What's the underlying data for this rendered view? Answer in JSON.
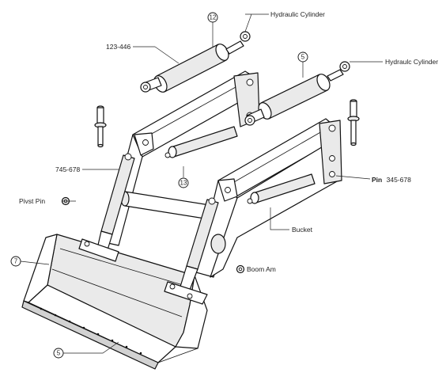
{
  "labels": {
    "hydraulic_cylinder_top": "Hydraulic Cylinder",
    "hydraulic_cylinder_right": "Hydraulc Cylinder",
    "part_123_446": "123-446",
    "part_745_678": "745-678",
    "pivot_pin": "Pivst Pin",
    "pin_word": "Pin",
    "pin_number": "345-678",
    "bucket": "Bucket",
    "boom_arm": "Boom Am"
  },
  "callouts": {
    "c12": "12",
    "c5_top": "5",
    "c13": "13",
    "c7": "7",
    "c5_bottom": "5"
  }
}
